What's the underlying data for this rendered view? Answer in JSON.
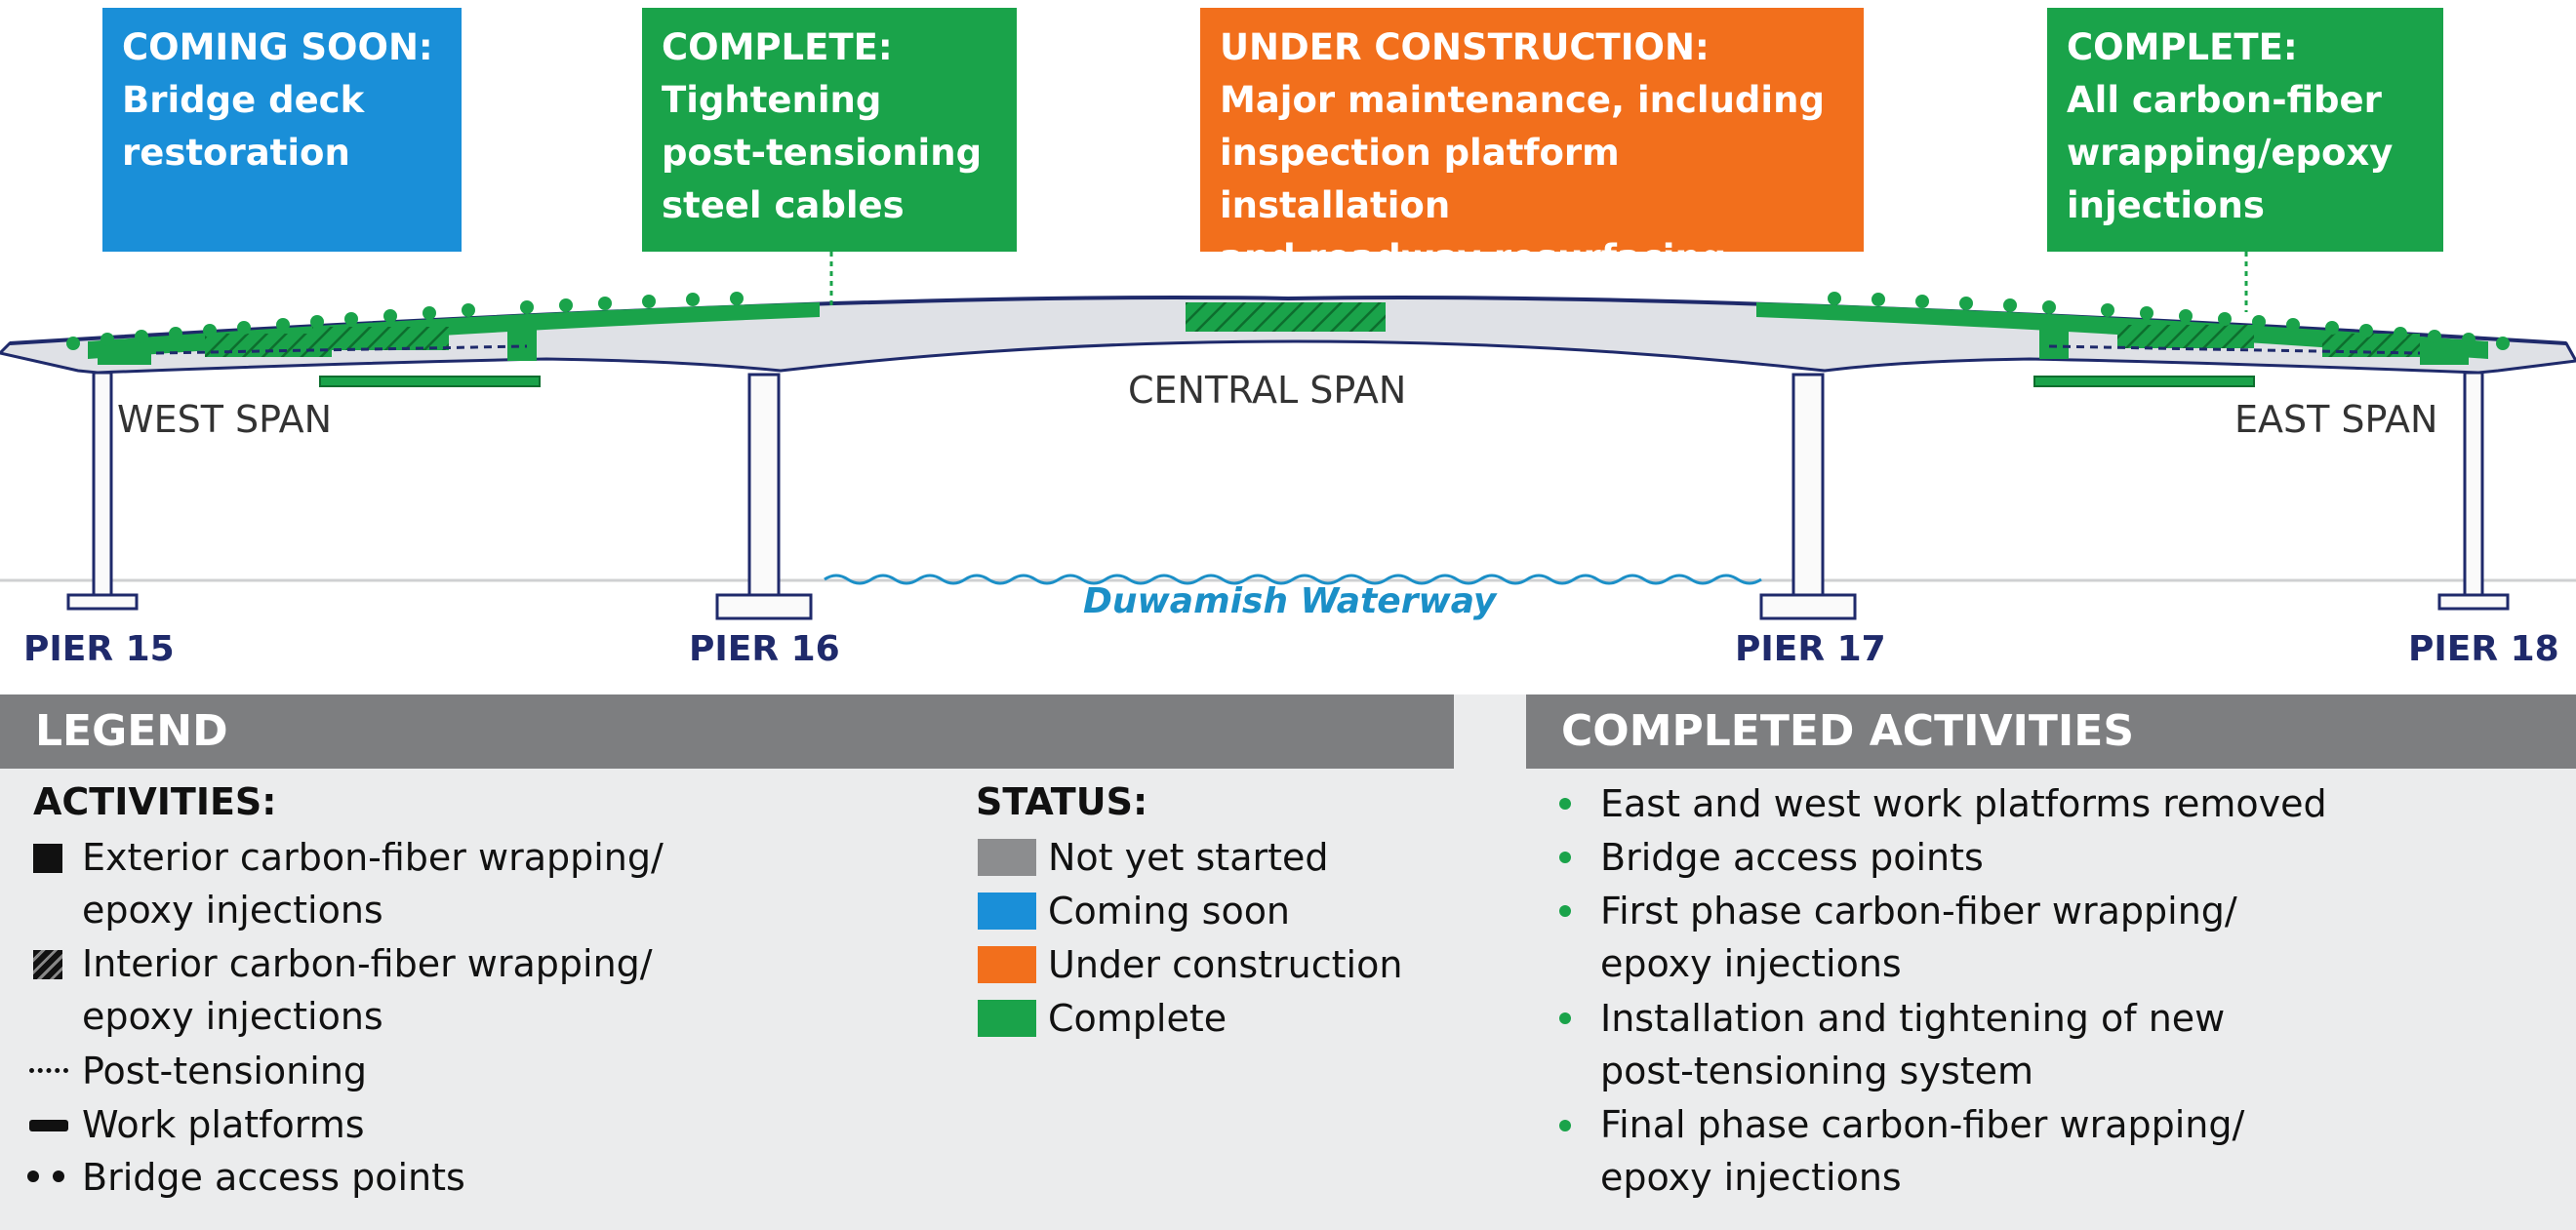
{
  "callouts": [
    {
      "title": "COMING SOON:",
      "lines": [
        "Bridge deck",
        "restoration"
      ]
    },
    {
      "title": "COMPLETE:",
      "lines": [
        "Tightening",
        "post-tensioning",
        "steel cables"
      ]
    },
    {
      "title": "UNDER CONSTRUCTION:",
      "lines": [
        "Major maintenance, including",
        "inspection platform installation",
        "and roadway resurfacing"
      ]
    },
    {
      "title": "COMPLETE:",
      "lines": [
        "All carbon-fiber",
        "wrapping/epoxy",
        "injections"
      ]
    }
  ],
  "spans": {
    "west": "WEST SPAN",
    "central": "CENTRAL SPAN",
    "east": "EAST SPAN"
  },
  "piers": [
    "PIER 15",
    "PIER 16",
    "PIER 17",
    "PIER 18"
  ],
  "waterway": "Duwamish Waterway",
  "legend": {
    "header": "LEGEND",
    "activities_title": "ACTIVITIES:",
    "activities": [
      {
        "icon": "solid-square-icon",
        "lines": [
          "Exterior carbon-fiber wrapping/",
          "epoxy injections"
        ]
      },
      {
        "icon": "hatched-square-icon",
        "lines": [
          "Interior carbon-fiber wrapping/",
          "epoxy injections"
        ]
      },
      {
        "icon": "dashed-line-icon",
        "lines": [
          "Post-tensioning"
        ]
      },
      {
        "icon": "platform-icon",
        "lines": [
          "Work platforms"
        ]
      },
      {
        "icon": "dots-icon",
        "lines": [
          "Bridge access points"
        ]
      }
    ],
    "status_title": "STATUS:",
    "status": [
      {
        "label": "Not yet started",
        "color": "#8c8d8f"
      },
      {
        "label": "Coming soon",
        "color": "#1a8fd8"
      },
      {
        "label": "Under construction",
        "color": "#f26f1c"
      },
      {
        "label": "Complete",
        "color": "#1aa34a"
      }
    ]
  },
  "completed": {
    "header": "COMPLETED ACTIVITIES",
    "items": [
      [
        "East and west work platforms removed"
      ],
      [
        "Bridge access points"
      ],
      [
        "First phase carbon-fiber wrapping/",
        "epoxy injections"
      ],
      [
        "Installation and tightening of new",
        "post-tensioning system"
      ],
      [
        "Final phase carbon-fiber wrapping/",
        "epoxy injections"
      ]
    ]
  },
  "colors": {
    "blue": "#1a8fd8",
    "green": "#1aa34a",
    "orange": "#f26f1c",
    "navy": "#1f2a6b",
    "gray": "#7d7e80"
  }
}
